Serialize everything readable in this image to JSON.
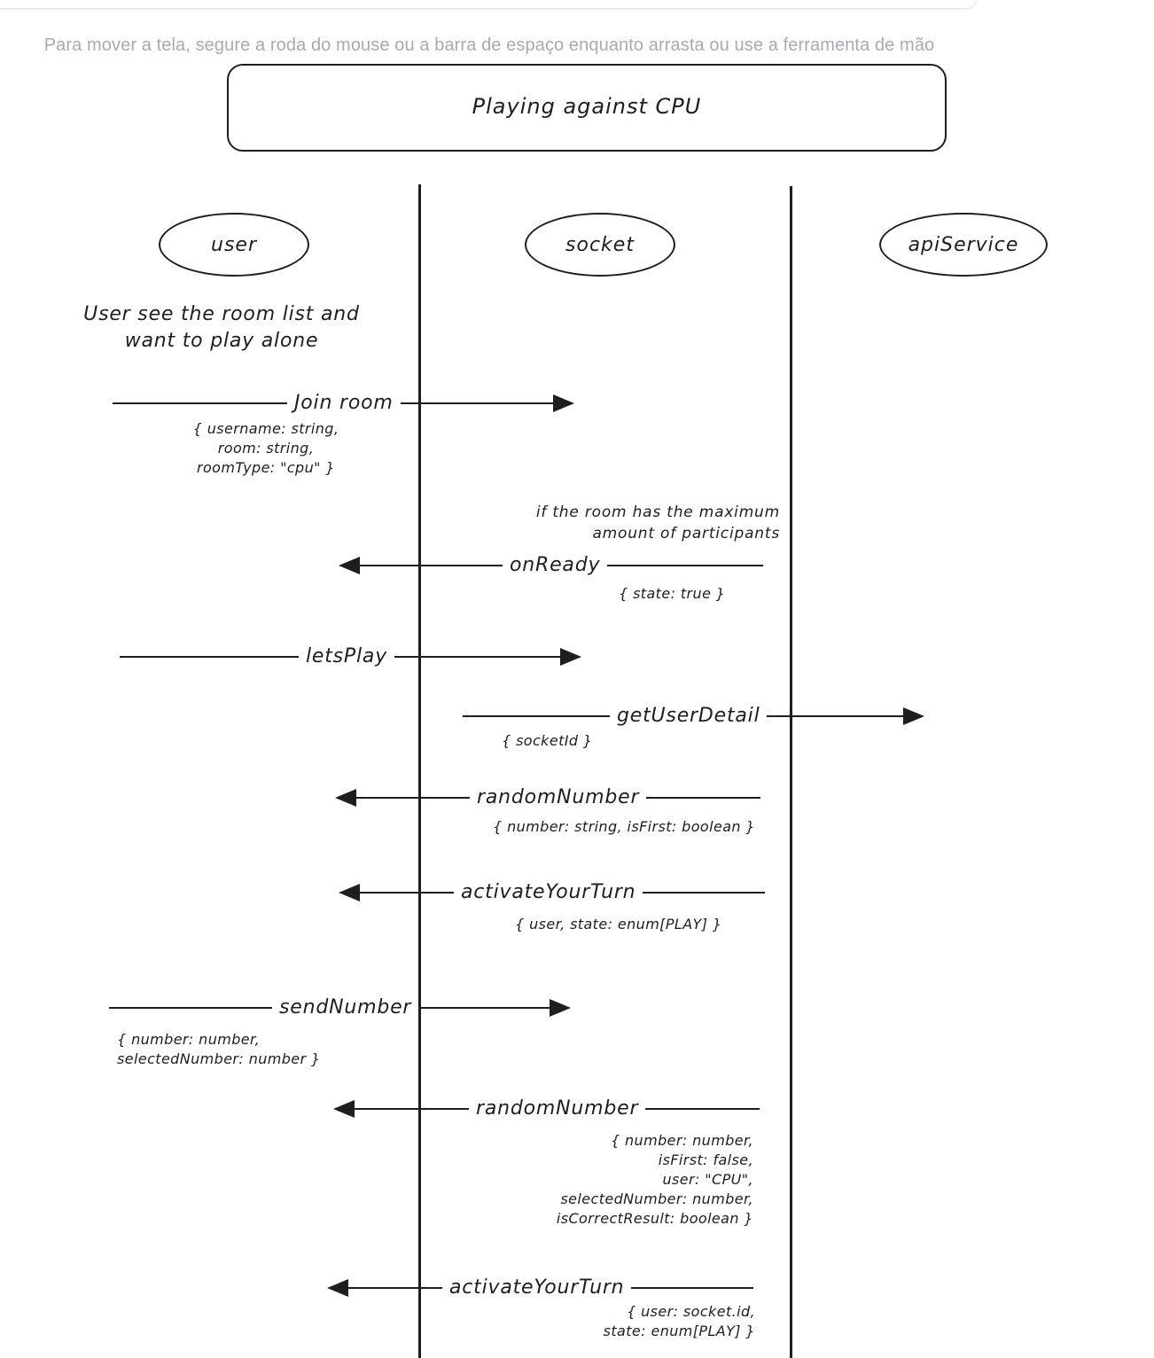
{
  "canvas": {
    "hint": "Para mover a tela, segure a roda do mouse ou a barra de espaço enquanto arrasta ou use a ferramenta de mão"
  },
  "diagram": {
    "title": "Playing against CPU",
    "actors": [
      "user",
      "socket",
      "apiService"
    ],
    "intro_note": "User see the room list and\nwant to play alone",
    "condition_note": "if the room has the maximum\namount of participants",
    "messages": [
      {
        "label": "Join room",
        "direction": "right",
        "payload": "{ username: string,\nroom: string,\nroomType: \"cpu\" }"
      },
      {
        "label": "onReady",
        "direction": "left",
        "payload": "{ state: true }"
      },
      {
        "label": "letsPlay",
        "direction": "right",
        "payload": ""
      },
      {
        "label": "getUserDetail",
        "direction": "right",
        "payload": "{ socketId }"
      },
      {
        "label": "randomNumber",
        "direction": "left",
        "payload": "{ number: string, isFirst: boolean }"
      },
      {
        "label": "activateYourTurn",
        "direction": "left",
        "payload": "{ user, state: enum[PLAY] }"
      },
      {
        "label": "sendNumber",
        "direction": "right",
        "payload": "{ number: number,\nselectedNumber: number }"
      },
      {
        "label": "randomNumber",
        "direction": "left",
        "payload": "{ number: number,\nisFirst: false,\nuser: \"CPU\",\nselectedNumber: number,\nisCorrectResult: boolean }"
      },
      {
        "label": "activateYourTurn",
        "direction": "left",
        "payload": "{ user: socket.id,\nstate: enum[PLAY] }"
      }
    ]
  }
}
